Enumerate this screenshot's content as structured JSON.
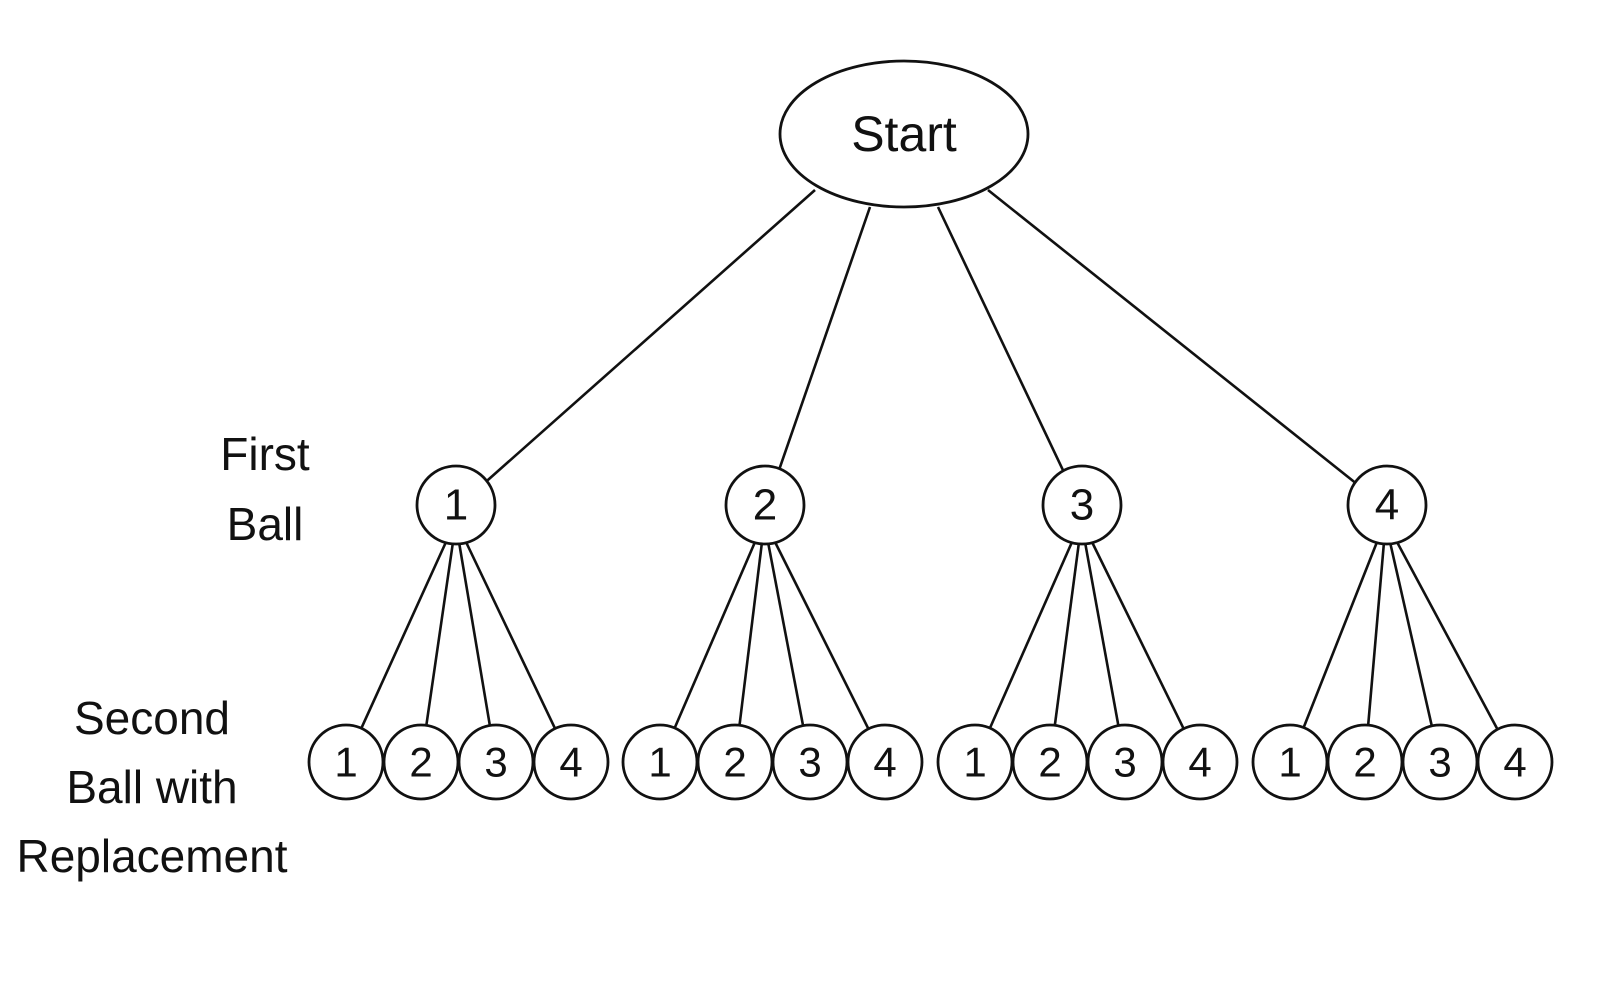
{
  "root": {
    "label": "Start"
  },
  "level_labels": {
    "first": [
      "First",
      "Ball"
    ],
    "second": [
      "Second",
      "Ball with",
      "Replacement"
    ]
  },
  "first_level": [
    {
      "label": "1",
      "children": [
        "1",
        "2",
        "3",
        "4"
      ]
    },
    {
      "label": "2",
      "children": [
        "1",
        "2",
        "3",
        "4"
      ]
    },
    {
      "label": "3",
      "children": [
        "1",
        "2",
        "3",
        "4"
      ]
    },
    {
      "label": "4",
      "children": [
        "1",
        "2",
        "3",
        "4"
      ]
    }
  ]
}
